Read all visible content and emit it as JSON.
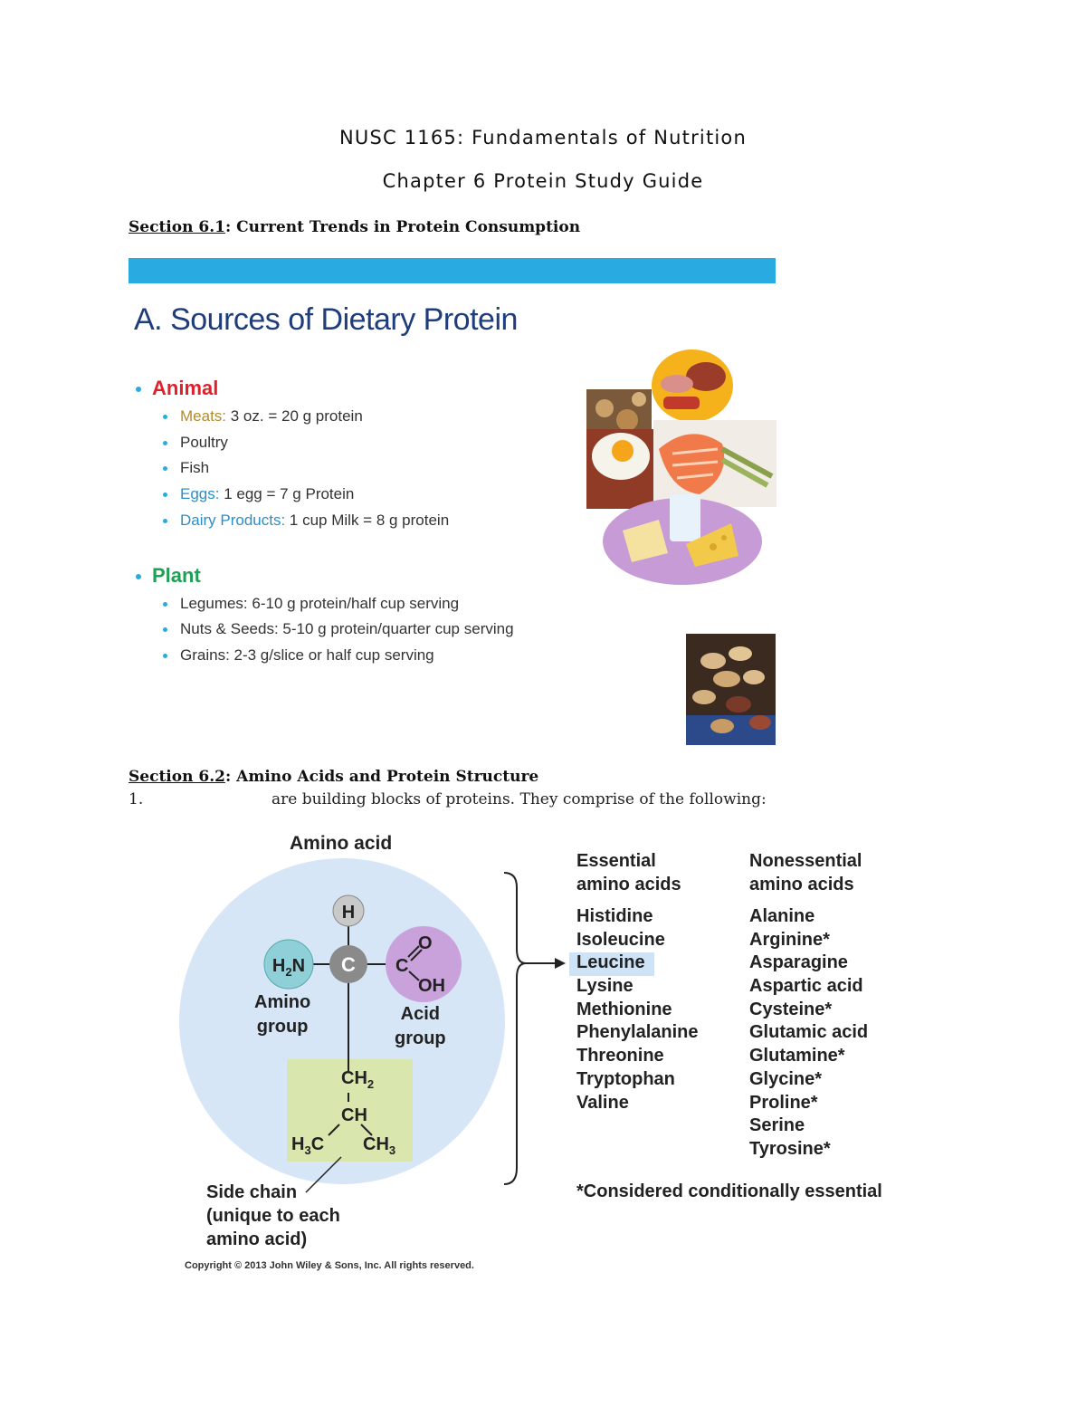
{
  "header": {
    "course_title": "NUSC 1165:  Fundamentals of Nutrition",
    "guide_title": "Chapter 6 Protein Study Guide"
  },
  "section_61": {
    "label": "Section 6.1",
    "title": ":  Current Trends in Protein Consumption"
  },
  "slide": {
    "title": "A. Sources of Dietary Protein",
    "animal": {
      "label": "Animal",
      "color": "#e0202a",
      "items": [
        {
          "prefix": "Meats:",
          "text": " 3 oz. = 20 g protein"
        },
        {
          "prefix": "",
          "text": "Poultry"
        },
        {
          "prefix": "",
          "text": "Fish"
        },
        {
          "prefix": "Eggs:",
          "text": " 1 egg = 7 g Protein"
        },
        {
          "prefix": "Dairy Products:",
          "text": " 1 cup Milk = 8 g protein"
        }
      ]
    },
    "plant": {
      "label": "Plant",
      "color": "#1fa055",
      "items": [
        {
          "text": "Legumes: 6-10 g protein/half cup serving"
        },
        {
          "text": "Nuts & Seeds: 5-10 g protein/quarter cup serving"
        },
        {
          "text": "Grains:  2-3 g/slice or half cup serving"
        }
      ]
    },
    "accent_color": "#29abe2"
  },
  "section_62": {
    "label": "Section 6.2",
    "title": ":  Amino Acids and Protein Structure",
    "line1_num": "1.",
    "line1_text": "are building blocks of proteins.  They comprise of the following:"
  },
  "figure": {
    "title": "Amino acid",
    "amino_group_label": "Amino\ngroup",
    "acid_group_label": "Acid\ngroup",
    "side_chain_label": "Side chain\n(unique to each\namino acid)",
    "copyright": "Copyright © 2013 John Wiley & Sons, Inc. All rights reserved.",
    "essential_head": "Essential\namino acids",
    "nonessential_head": "Nonessential\namino acids",
    "essential": [
      "Histidine",
      "Isoleucine",
      "Leucine",
      "Lysine",
      "Methionine",
      "Phenylalanine",
      "Threonine",
      "Tryptophan",
      "Valine"
    ],
    "nonessential": [
      "Alanine",
      "Arginine*",
      "Asparagine",
      "Aspartic acid",
      "Cysteine*",
      "Glutamic acid",
      "Glutamine*",
      "Glycine*",
      "Proline*",
      "Serine",
      "Tyrosine*"
    ],
    "footnote": "*Considered conditionally essential",
    "highlighted": "Leucine",
    "highlight_color": "#cfe3f7"
  }
}
